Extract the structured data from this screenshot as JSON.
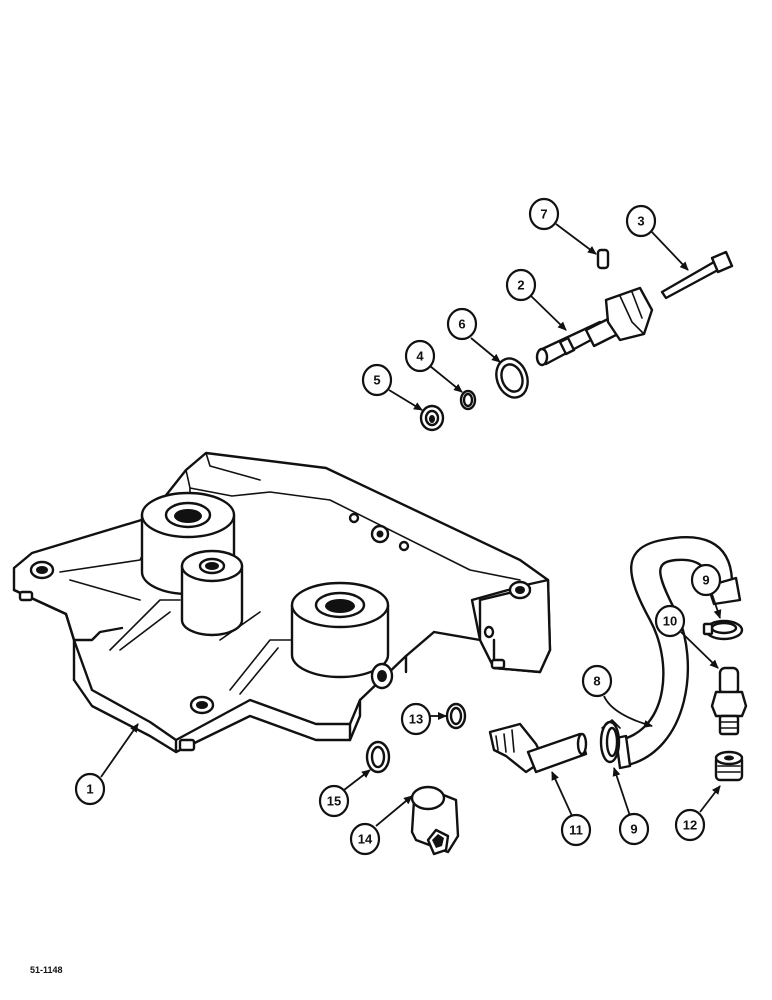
{
  "figure_ref": "51-1148",
  "callouts": [
    {
      "id": "c1",
      "label": "1"
    },
    {
      "id": "c2",
      "label": "2"
    },
    {
      "id": "c3",
      "label": "3"
    },
    {
      "id": "c4",
      "label": "4"
    },
    {
      "id": "c5",
      "label": "5"
    },
    {
      "id": "c6",
      "label": "6"
    },
    {
      "id": "c7",
      "label": "7"
    },
    {
      "id": "c8",
      "label": "8"
    },
    {
      "id": "c9a",
      "label": "9"
    },
    {
      "id": "c9b",
      "label": "9"
    },
    {
      "id": "c10",
      "label": "10"
    },
    {
      "id": "c11",
      "label": "11"
    },
    {
      "id": "c12",
      "label": "12"
    },
    {
      "id": "c13",
      "label": "13"
    },
    {
      "id": "c14",
      "label": "14"
    },
    {
      "id": "c15",
      "label": "15"
    }
  ]
}
